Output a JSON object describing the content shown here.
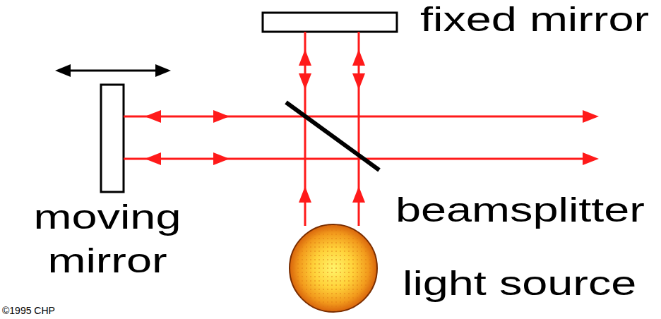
{
  "diagram": {
    "labels": [
      "fixed mirror",
      "moving mirror",
      "beamsplitter",
      "light source",
      "©1995 CHP"
    ]
  }
}
